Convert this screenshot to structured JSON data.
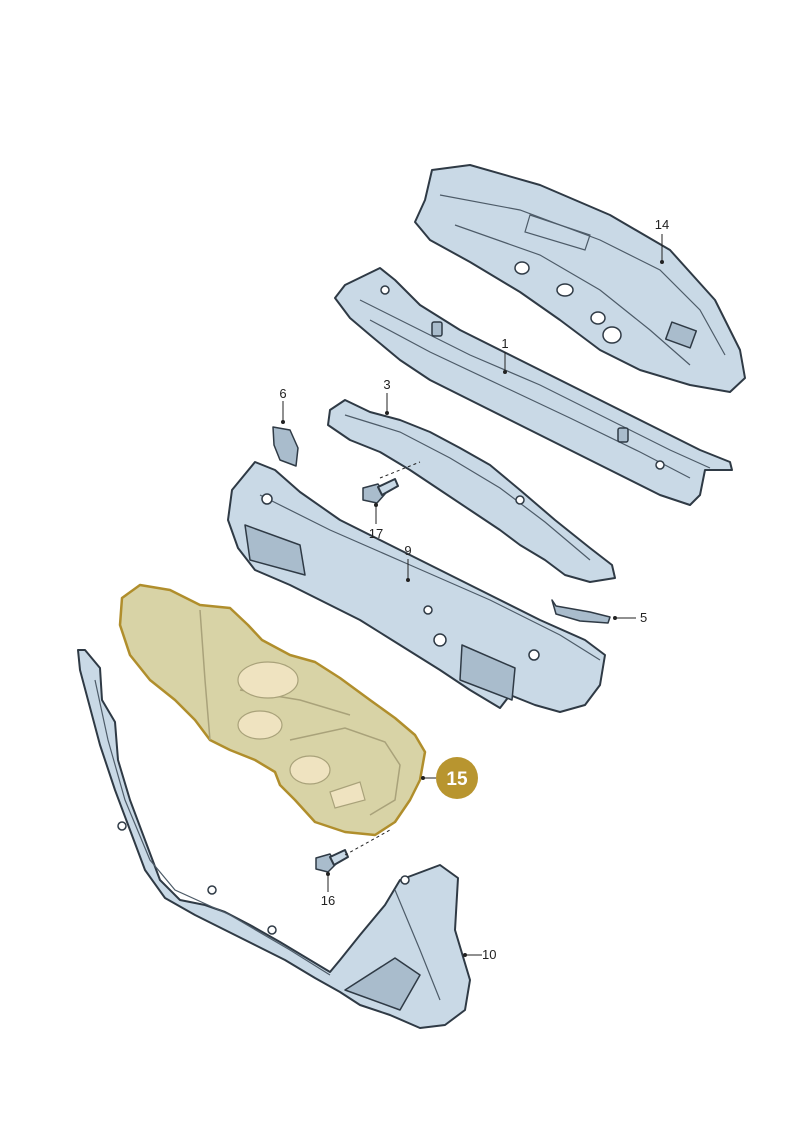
{
  "colors": {
    "part_fill": "#c9d9e6",
    "highlight_fill": "#d8d3a6",
    "highlight_stroke": "#b08e2c",
    "highlight_badge": "#b8952f"
  },
  "callouts": {
    "c1": "1",
    "c3": "3",
    "c5": "5",
    "c6": "6",
    "c9": "9",
    "c10": "10",
    "c14": "14",
    "c15": "15",
    "c16": "16",
    "c17": "17"
  }
}
